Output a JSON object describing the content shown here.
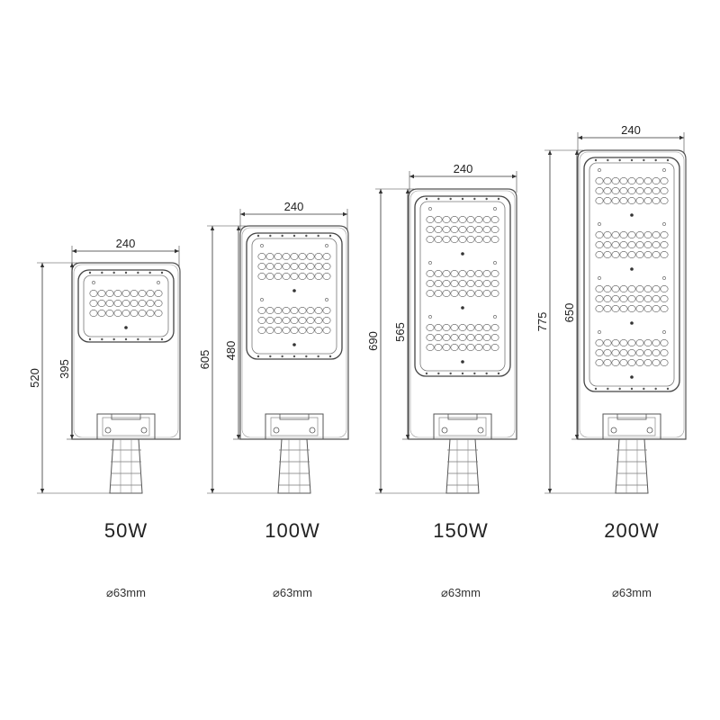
{
  "models": [
    {
      "power": "50W",
      "width": "240",
      "overall": "520",
      "body": "395",
      "pole": "⌀63mm",
      "led_rows": 3,
      "led_blocks": 1
    },
    {
      "power": "100W",
      "width": "240",
      "overall": "605",
      "body": "480",
      "pole": "⌀63mm",
      "led_rows": 6,
      "led_blocks": 2
    },
    {
      "power": "150W",
      "width": "240",
      "overall": "690",
      "body": "565",
      "pole": "⌀63mm",
      "led_rows": 9,
      "led_blocks": 3
    },
    {
      "power": "200W",
      "width": "240",
      "overall": "775",
      "body": "650",
      "pole": "⌀63mm",
      "led_rows": 12,
      "led_blocks": 4
    }
  ]
}
